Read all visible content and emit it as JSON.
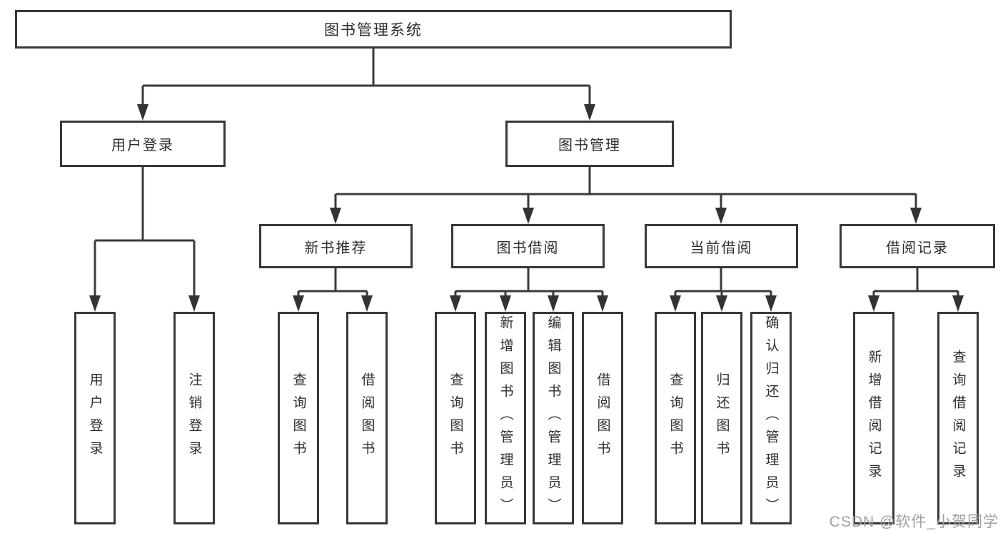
{
  "tree": {
    "root": "图书管理系统",
    "user_branch": {
      "label": "用户登录",
      "children": [
        "用户登录",
        "注销登录"
      ]
    },
    "book_branch": {
      "label": "图书管理",
      "groups": [
        {
          "label": "新书推荐",
          "children": [
            "查询图书",
            "借阅图书"
          ]
        },
        {
          "label": "图书借阅",
          "children": [
            "查询图书",
            "新增图书（管理员）",
            "编辑图书（管理员）",
            "借阅图书"
          ]
        },
        {
          "label": "当前借阅",
          "children": [
            "查询图书",
            "归还图书",
            "确认归还（管理员）"
          ]
        },
        {
          "label": "借阅记录",
          "children": [
            "新增借阅记录",
            "查询借阅记录"
          ]
        }
      ]
    }
  },
  "watermark": "CSDN @软件_小贺同学",
  "colors": {
    "line": "#3a3a3a",
    "box_border": "#383838",
    "text": "#2d2d2d",
    "watermark": "#a0a0a0",
    "background": "#ffffff"
  }
}
